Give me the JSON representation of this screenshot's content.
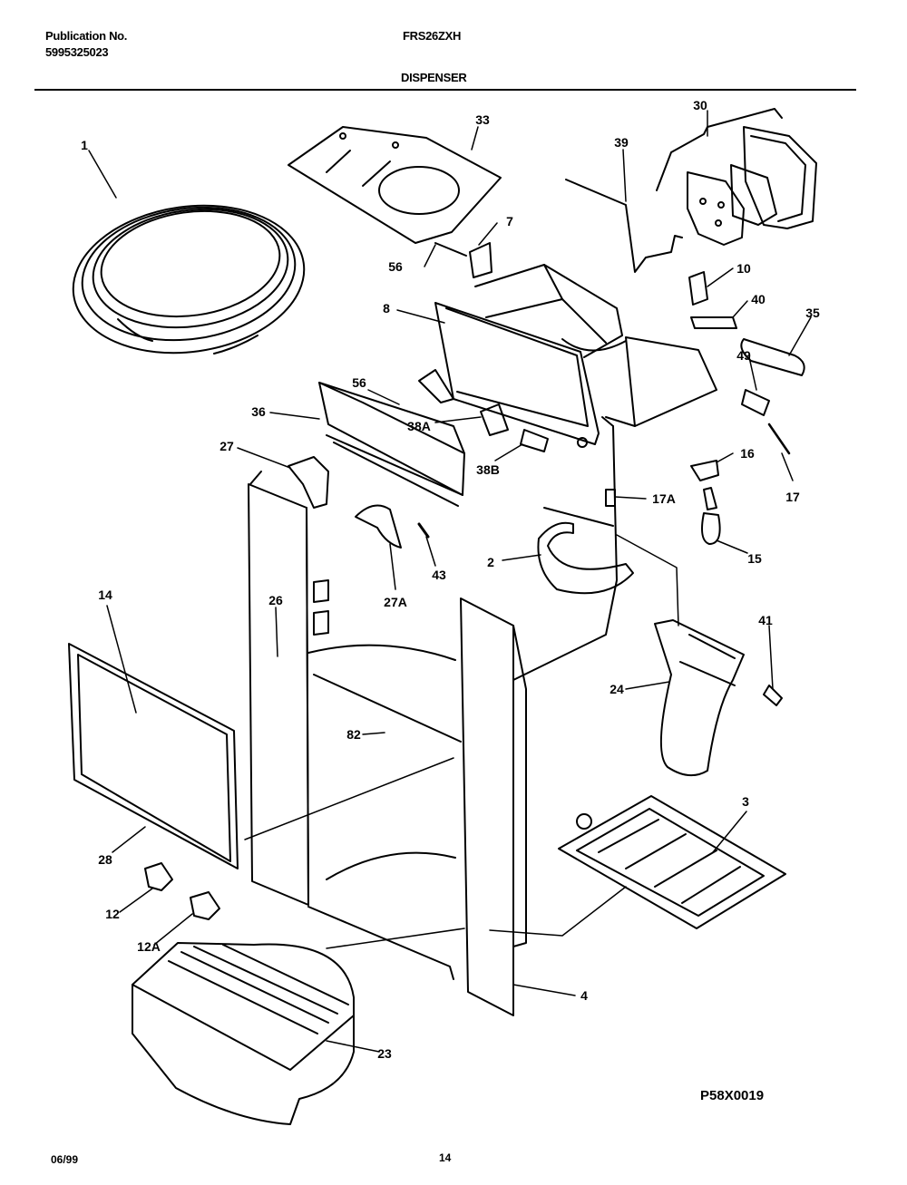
{
  "header": {
    "publication_label": "Publication No.",
    "publication_number": "5995325023",
    "model": "FRS26ZXH",
    "section_title": "DISPENSER"
  },
  "callouts": [
    {
      "id": "c1",
      "text": "1"
    },
    {
      "id": "c33",
      "text": "33"
    },
    {
      "id": "c30",
      "text": "30"
    },
    {
      "id": "c39",
      "text": "39"
    },
    {
      "id": "c7",
      "text": "7"
    },
    {
      "id": "c56a",
      "text": "56"
    },
    {
      "id": "c10",
      "text": "10"
    },
    {
      "id": "c8",
      "text": "8"
    },
    {
      "id": "c40",
      "text": "40"
    },
    {
      "id": "c35",
      "text": "35"
    },
    {
      "id": "c49",
      "text": "49"
    },
    {
      "id": "c56b",
      "text": "56"
    },
    {
      "id": "c36",
      "text": "36"
    },
    {
      "id": "c38a",
      "text": "38A"
    },
    {
      "id": "c38b",
      "text": "38B"
    },
    {
      "id": "c16",
      "text": "16"
    },
    {
      "id": "c17",
      "text": "17"
    },
    {
      "id": "c27",
      "text": "27"
    },
    {
      "id": "c17a",
      "text": "17A"
    },
    {
      "id": "c15",
      "text": "15"
    },
    {
      "id": "c2",
      "text": "2"
    },
    {
      "id": "c43",
      "text": "43"
    },
    {
      "id": "c27a",
      "text": "27A"
    },
    {
      "id": "c14",
      "text": "14"
    },
    {
      "id": "c26",
      "text": "26"
    },
    {
      "id": "c41",
      "text": "41"
    },
    {
      "id": "c24",
      "text": "24"
    },
    {
      "id": "c82",
      "text": "82"
    },
    {
      "id": "c3",
      "text": "3"
    },
    {
      "id": "c28",
      "text": "28"
    },
    {
      "id": "c12",
      "text": "12"
    },
    {
      "id": "c12a",
      "text": "12A"
    },
    {
      "id": "c4",
      "text": "4"
    },
    {
      "id": "c23",
      "text": "23"
    }
  ],
  "figure_code": "P58X0019",
  "footer": {
    "date": "06/99",
    "page_number": "14"
  }
}
